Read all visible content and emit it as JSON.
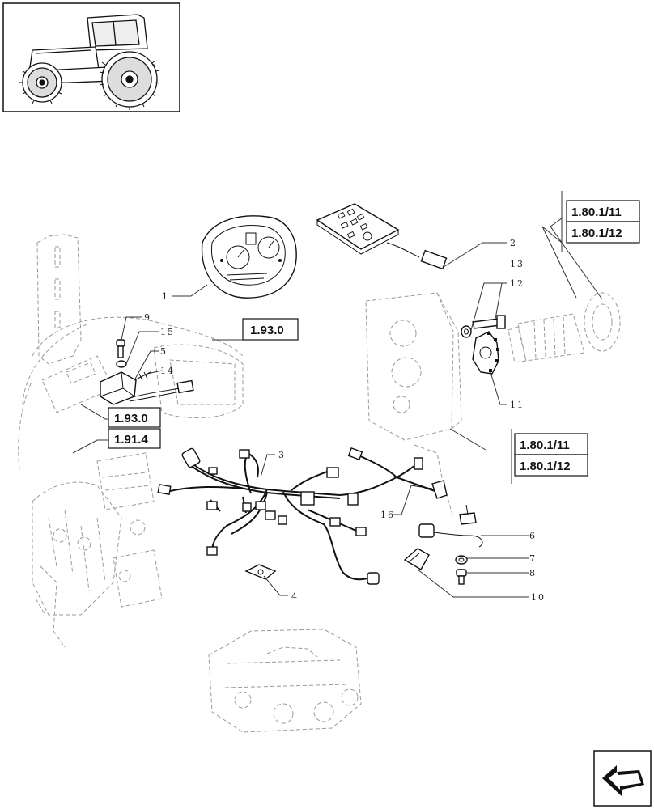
{
  "diagram": {
    "refs": {
      "r1_80_11_top": "1.80.1/11",
      "r1_80_12_top": "1.80.1/12",
      "r1_93_0_top": "1.93.0",
      "r1_93_0_bottom": "1.93.0",
      "r1_91_4": "1.91.4",
      "r1_80_11_mid": "1.80.1/11",
      "r1_80_12_mid": "1.80.1/12"
    },
    "callouts": {
      "c1": "1",
      "c2": "2",
      "c3": "3",
      "c4": "4",
      "c5": "5",
      "c6": "6",
      "c7": "7",
      "c8": "8",
      "c9": "9",
      "c10": "10",
      "c11": "11",
      "c12": "12",
      "c13": "13",
      "c14": "14",
      "c15": "15",
      "c16": "16"
    }
  },
  "colors": {
    "ink": "#111111",
    "ghost": "#9a9a9a",
    "background": "#ffffff"
  },
  "icons": {
    "thumbnail": "tractor-icon",
    "navigation": "arrow-icon"
  }
}
